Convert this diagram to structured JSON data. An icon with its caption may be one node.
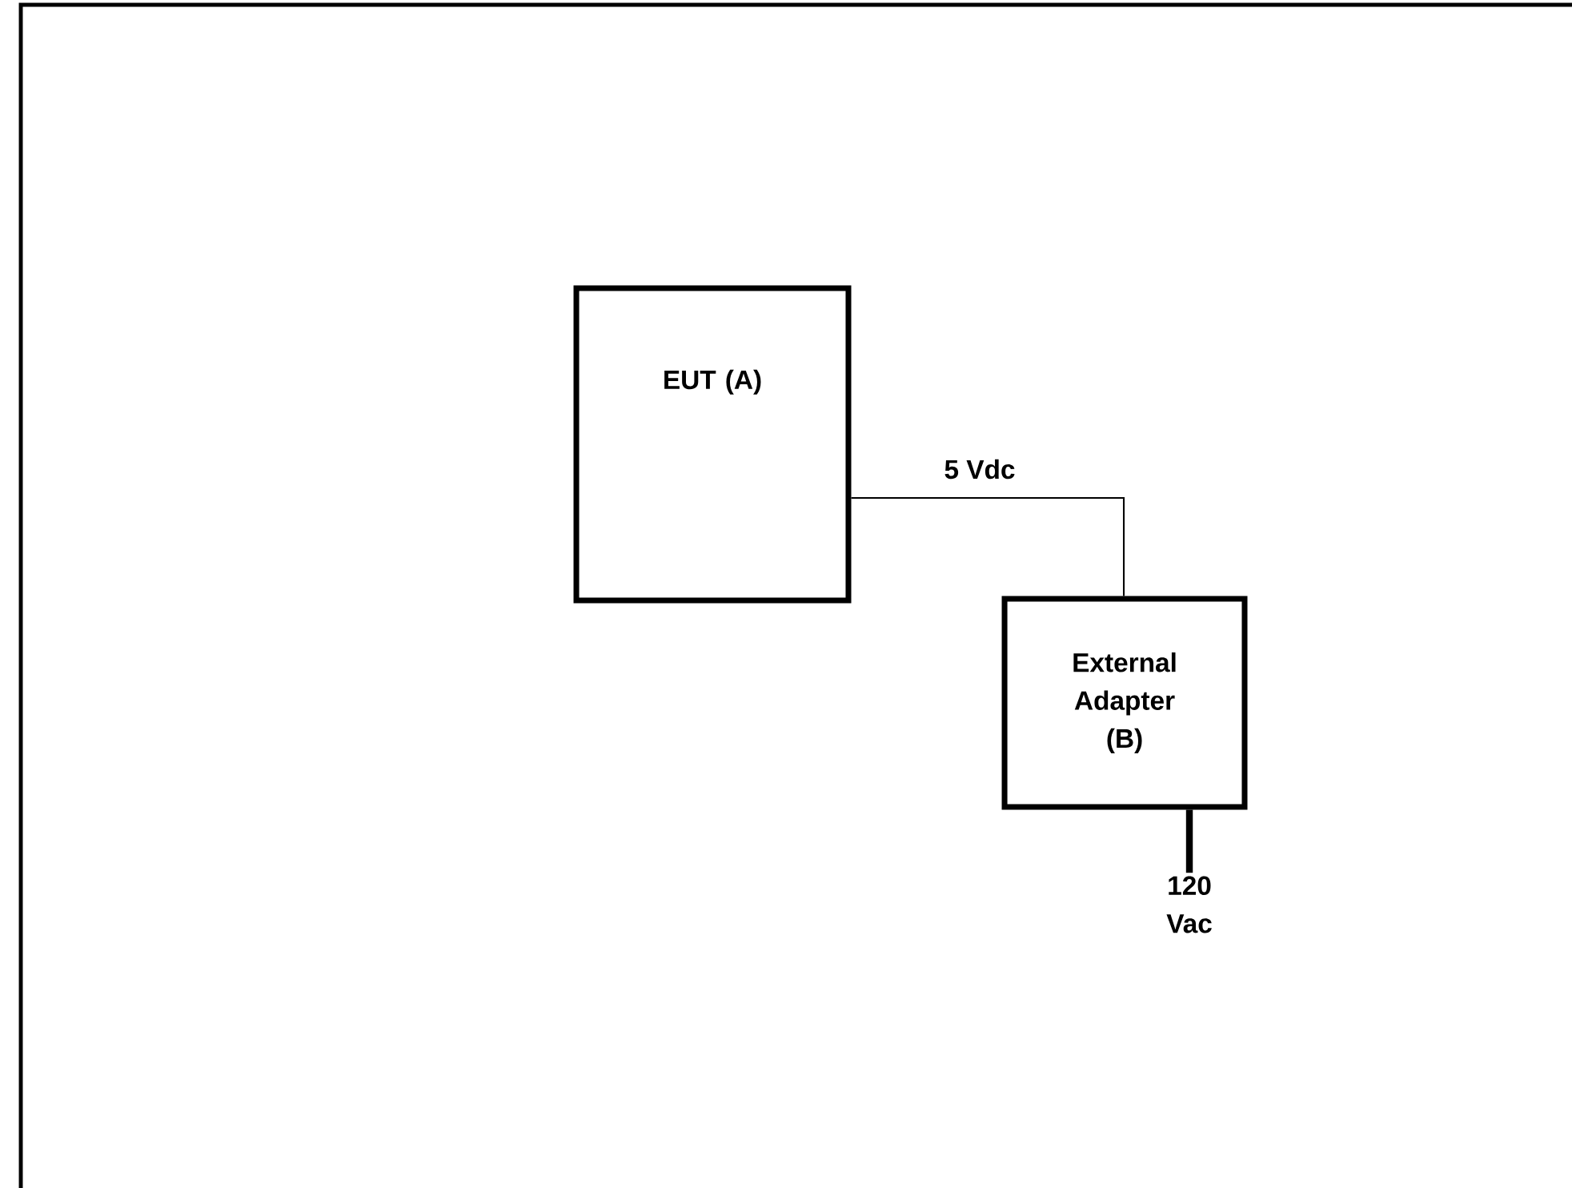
{
  "diagram": {
    "nodes": [
      {
        "text": [
          "EUT (A)"
        ]
      },
      {
        "text": [
          "External Adapter (B)"
        ]
      },
      {
        "text": [
          "120 Vac"
        ]
      }
    ],
    "edges": [
      {
        "from": 0,
        "to": 1,
        "arrow": "none",
        "label": "5 Vdc"
      },
      {
        "from": 1,
        "to": 2,
        "arrow": "none",
        "style": "thick"
      }
    ]
  }
}
